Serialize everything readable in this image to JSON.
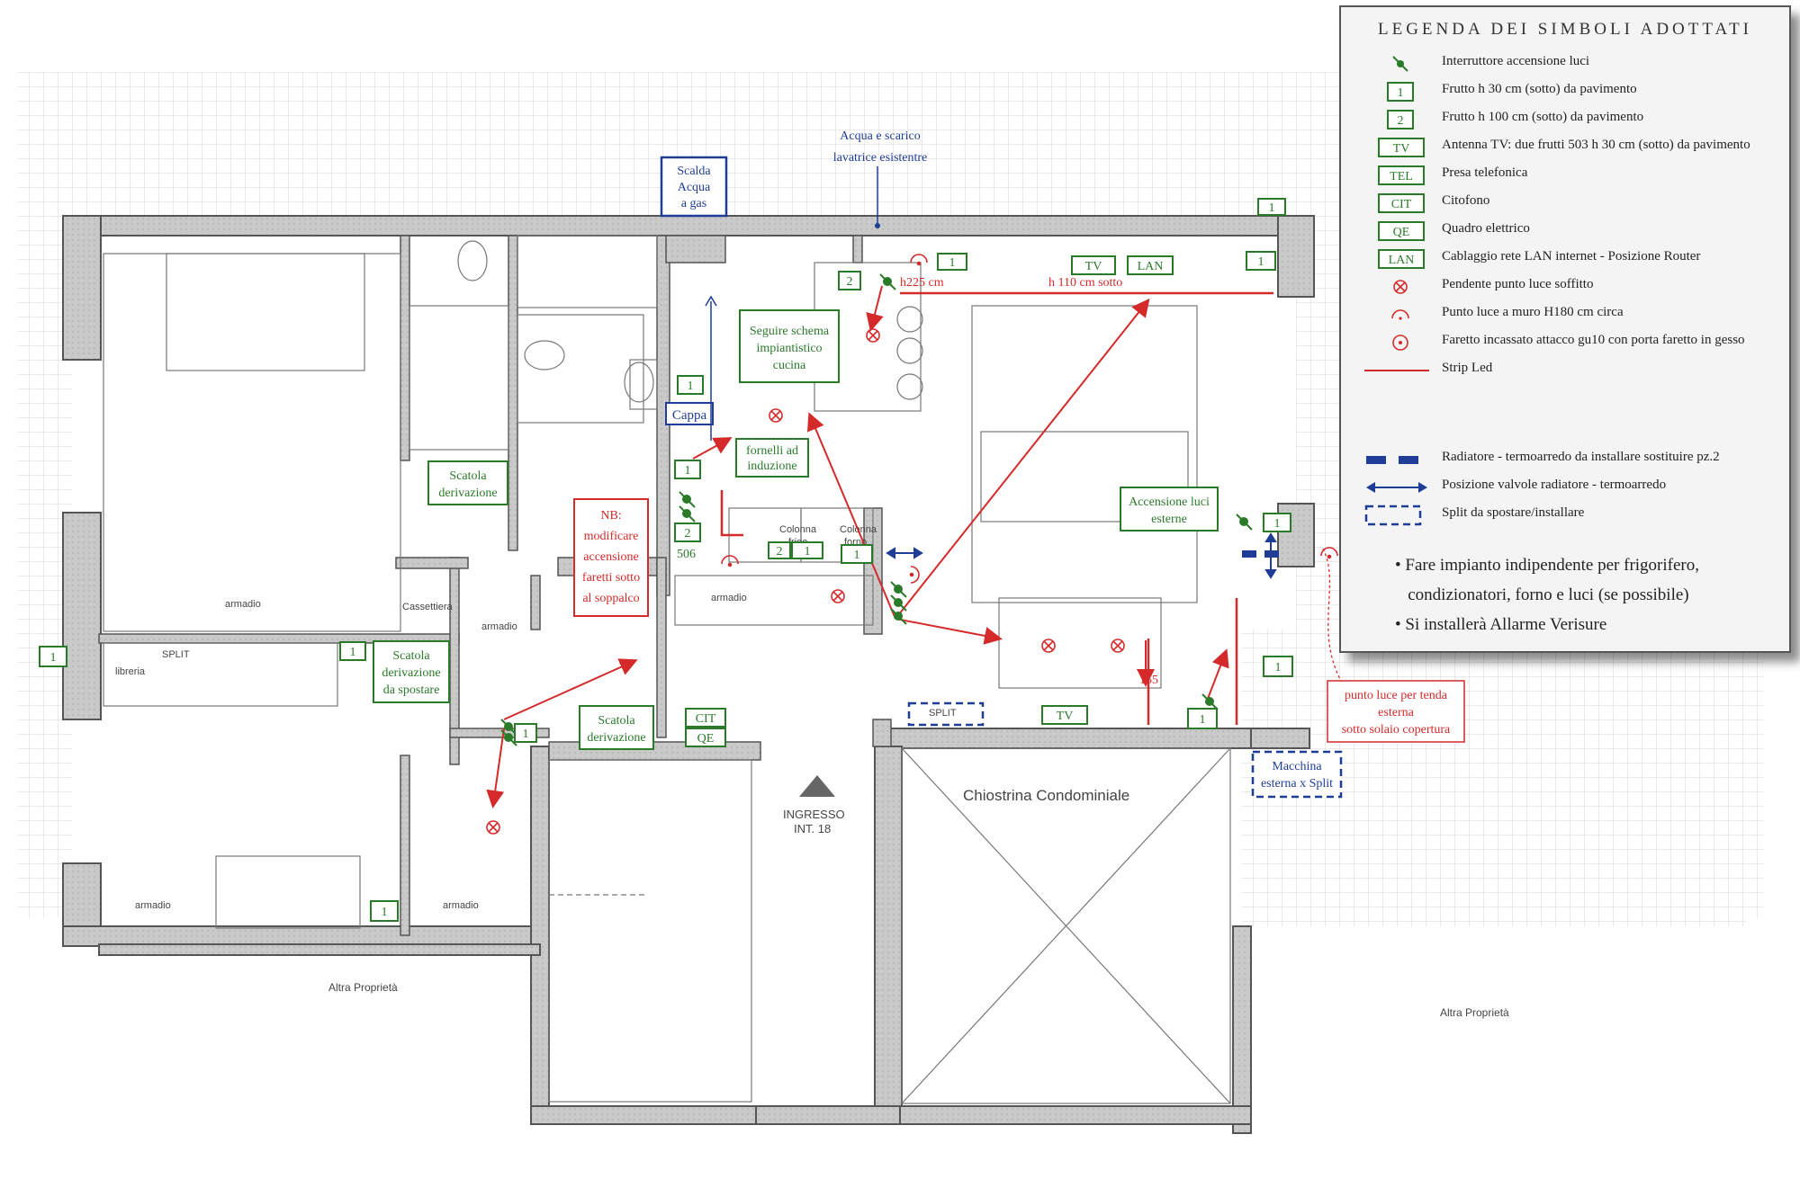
{
  "legend": {
    "title": "LEGENDA DEI SIMBOLI ADOTTATI",
    "items": [
      {
        "symbol": "light-switch-icon",
        "code": "",
        "text": "Interruttore accensione luci"
      },
      {
        "symbol": "box",
        "code": "1",
        "text": "Frutto h 30 cm (sotto) da pavimento"
      },
      {
        "symbol": "box",
        "code": "2",
        "text": "Frutto h 100 cm (sotto) da pavimento"
      },
      {
        "symbol": "box",
        "code": "TV",
        "text": "Antenna TV: due frutti 503 h 30 cm (sotto) da pavimento"
      },
      {
        "symbol": "box",
        "code": "TEL",
        "text": "Presa telefonica"
      },
      {
        "symbol": "box",
        "code": "CIT",
        "text": "Citofono"
      },
      {
        "symbol": "box",
        "code": "QE",
        "text": "Quadro elettrico"
      },
      {
        "symbol": "box",
        "code": "LAN",
        "text": "Cablaggio rete LAN internet - Posizione Router"
      },
      {
        "symbol": "pendant-light-icon",
        "code": "",
        "text": "Pendente punto luce soffitto"
      },
      {
        "symbol": "wall-light-icon",
        "code": "",
        "text": "Punto luce a muro H180 cm  circa"
      },
      {
        "symbol": "spotlight-icon",
        "code": "",
        "text": "Faretto incassato attacco gu10 con porta faretto in gesso"
      },
      {
        "symbol": "strip-led-icon",
        "code": "",
        "text": "Strip Led"
      },
      {
        "symbol": "radiator-icon",
        "code": "",
        "text": "Radiatore - termoarredo da installare sostituire pz.2"
      },
      {
        "symbol": "valve-arrow-icon",
        "code": "",
        "text": "Posizione valvole radiatore - termoarredo"
      },
      {
        "symbol": "split-icon",
        "code": "",
        "text": "Split da spostare/installare"
      }
    ],
    "notes": [
      "Fare impianto indipendente per frigorifero,",
      "condizionatori, forno e luci (se possibile)",
      "Si installerà Allarme Verisure"
    ]
  },
  "plan": {
    "annotations": {
      "scalda_acqua": [
        "Scalda",
        "Acqua",
        "a gas"
      ],
      "acqua_scarico": [
        "Acqua e scarico",
        "lavatrice esistentre"
      ],
      "schema_cucina": [
        "Seguire schema",
        "impiantistico",
        "cucina"
      ],
      "cappa": "Cappa",
      "fornelli": [
        "fornelli ad",
        "induzione"
      ],
      "scatola_1": [
        "Scatola",
        "derivazione"
      ],
      "nb": [
        "NB:",
        "modificare",
        "accensione",
        "faretti sotto",
        "al soppalco"
      ],
      "accensione_esterne": [
        "Accensione luci",
        "esterne"
      ],
      "scatola_spostare": [
        "Scatola",
        "derivazione",
        "da spostare"
      ],
      "scatola_2": [
        "Scatola",
        "derivazione"
      ],
      "punto_luce_tenda": [
        "punto luce per tenda",
        "esterna",
        "sotto solaio copertura"
      ],
      "macchina_split": [
        "Macchina",
        "esterna x Split"
      ],
      "h225": "h225 cm",
      "h110": "h 110 cm sotto",
      "h155": "155",
      "code_506": "506"
    },
    "rooms": {
      "armadio": "armadio",
      "cassettiera": "Cassettiera",
      "split": "SPLIT",
      "libreria": "libreria",
      "colonna_frigo": [
        "Colonna",
        "frigo"
      ],
      "colonna_forno": [
        "Colonna",
        "forno"
      ],
      "ingresso": [
        "INGRESSO",
        "INT. 18"
      ],
      "chiostrina": "Chiostrina Condominiale",
      "altra_proprieta": "Altra Proprietà"
    },
    "socket_codes": {
      "one": "1",
      "two": "2",
      "tv": "TV",
      "lan": "LAN",
      "cit": "CIT",
      "qe": "QE"
    },
    "colors": {
      "wall": "#555555",
      "green": "#2a7a2a",
      "red": "#d42a2a",
      "blue": "#1f3d96",
      "grid": "#d8d8d8"
    }
  }
}
